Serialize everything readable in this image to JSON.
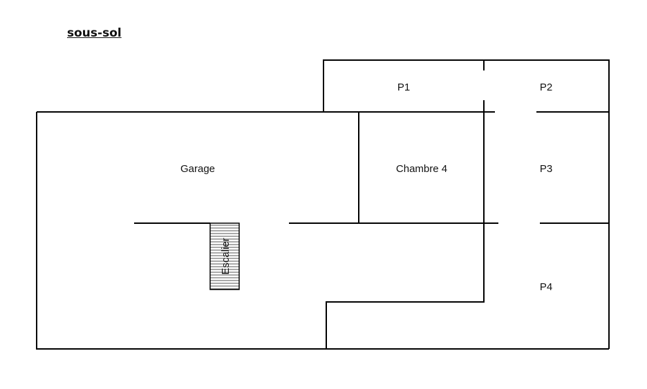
{
  "title": "sous-sol",
  "rooms": {
    "p1": "P1",
    "p2": "P2",
    "garage": "Garage",
    "chambre4": "Chambre 4",
    "p3": "P3",
    "p4": "P4",
    "escalier": "Escalier"
  }
}
